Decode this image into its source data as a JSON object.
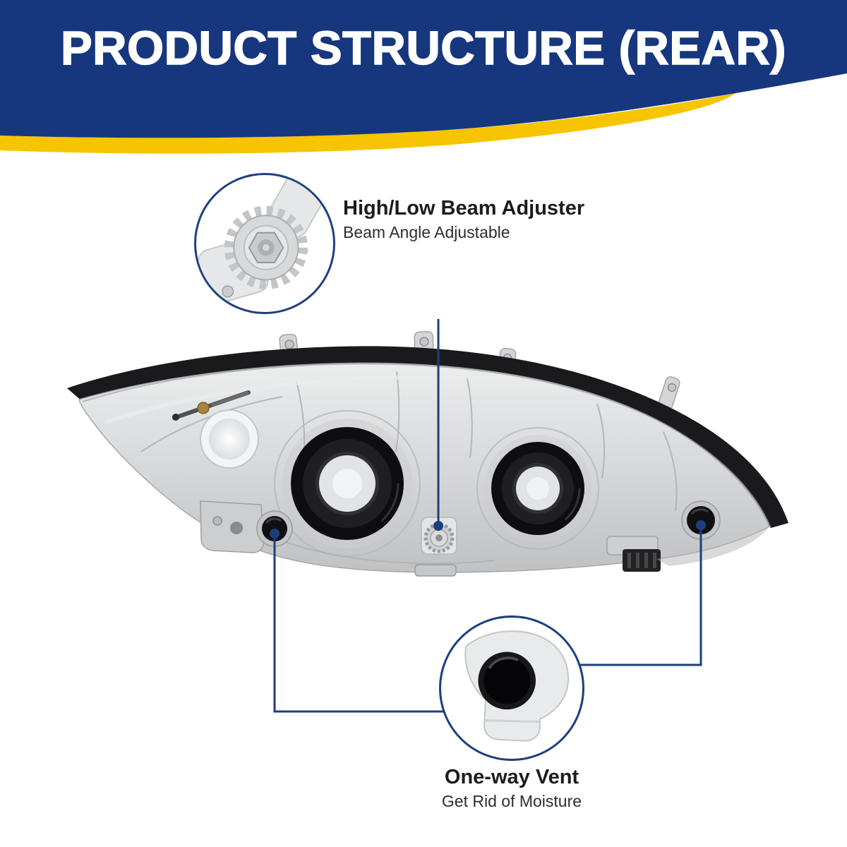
{
  "header": {
    "title": "PRODUCT STRUCTURE (REAR)"
  },
  "colors": {
    "header_bg": "#16377E",
    "accent": "#F6C400",
    "connector": "#1E3F7F",
    "title_text": "#FFFFFF"
  },
  "callouts": [
    {
      "id": "beam-adjuster",
      "title": "High/Low Beam Adjuster",
      "subtitle": "Beam Angle Adjustable",
      "icon": "beam-adjuster-gear-icon"
    },
    {
      "id": "one-way-vent",
      "title": "One-way Vent",
      "subtitle": "Get Rid of Moisture",
      "icon": "vent-cap-icon"
    }
  ]
}
